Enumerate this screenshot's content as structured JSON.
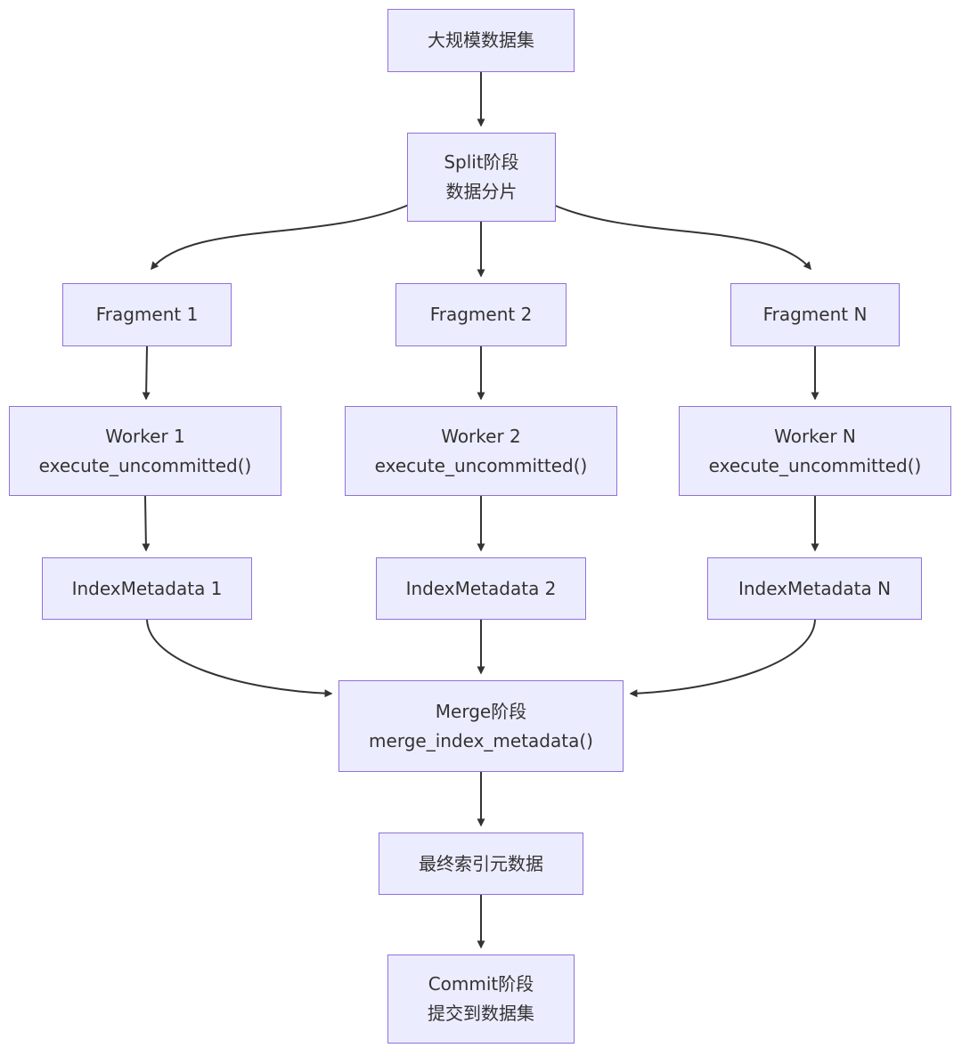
{
  "diagram": {
    "type": "flowchart",
    "direction": "top-down",
    "colors": {
      "node_fill": "#ECECFF",
      "node_border": "#9370DB",
      "text": "#333333",
      "edge": "#333333",
      "background": "#FFFFFF"
    },
    "nodes": {
      "dataset": {
        "line1": "大规模数据集"
      },
      "split": {
        "line1": "Split阶段",
        "line2": "数据分片"
      },
      "frag1": {
        "line1": "Fragment 1"
      },
      "frag2": {
        "line1": "Fragment 2"
      },
      "fragN": {
        "line1": "Fragment N"
      },
      "worker1": {
        "line1": "Worker 1",
        "line2": "execute_uncommitted()"
      },
      "worker2": {
        "line1": "Worker 2",
        "line2": "execute_uncommitted()"
      },
      "workerN": {
        "line1": "Worker N",
        "line2": "execute_uncommitted()"
      },
      "im1": {
        "line1": "IndexMetadata 1"
      },
      "im2": {
        "line1": "IndexMetadata 2"
      },
      "imN": {
        "line1": "IndexMetadata N"
      },
      "merge": {
        "line1": "Merge阶段",
        "line2": "merge_index_metadata()"
      },
      "final": {
        "line1": "最终索引元数据"
      },
      "commit": {
        "line1": "Commit阶段",
        "line2": "提交到数据集"
      }
    },
    "edges": [
      {
        "from": "dataset",
        "to": "split"
      },
      {
        "from": "split",
        "to": "frag1"
      },
      {
        "from": "split",
        "to": "frag2"
      },
      {
        "from": "split",
        "to": "fragN"
      },
      {
        "from": "frag1",
        "to": "worker1"
      },
      {
        "from": "frag2",
        "to": "worker2"
      },
      {
        "from": "fragN",
        "to": "workerN"
      },
      {
        "from": "worker1",
        "to": "im1"
      },
      {
        "from": "worker2",
        "to": "im2"
      },
      {
        "from": "workerN",
        "to": "imN"
      },
      {
        "from": "im1",
        "to": "merge"
      },
      {
        "from": "im2",
        "to": "merge"
      },
      {
        "from": "imN",
        "to": "merge"
      },
      {
        "from": "merge",
        "to": "final"
      },
      {
        "from": "final",
        "to": "commit"
      }
    ]
  }
}
